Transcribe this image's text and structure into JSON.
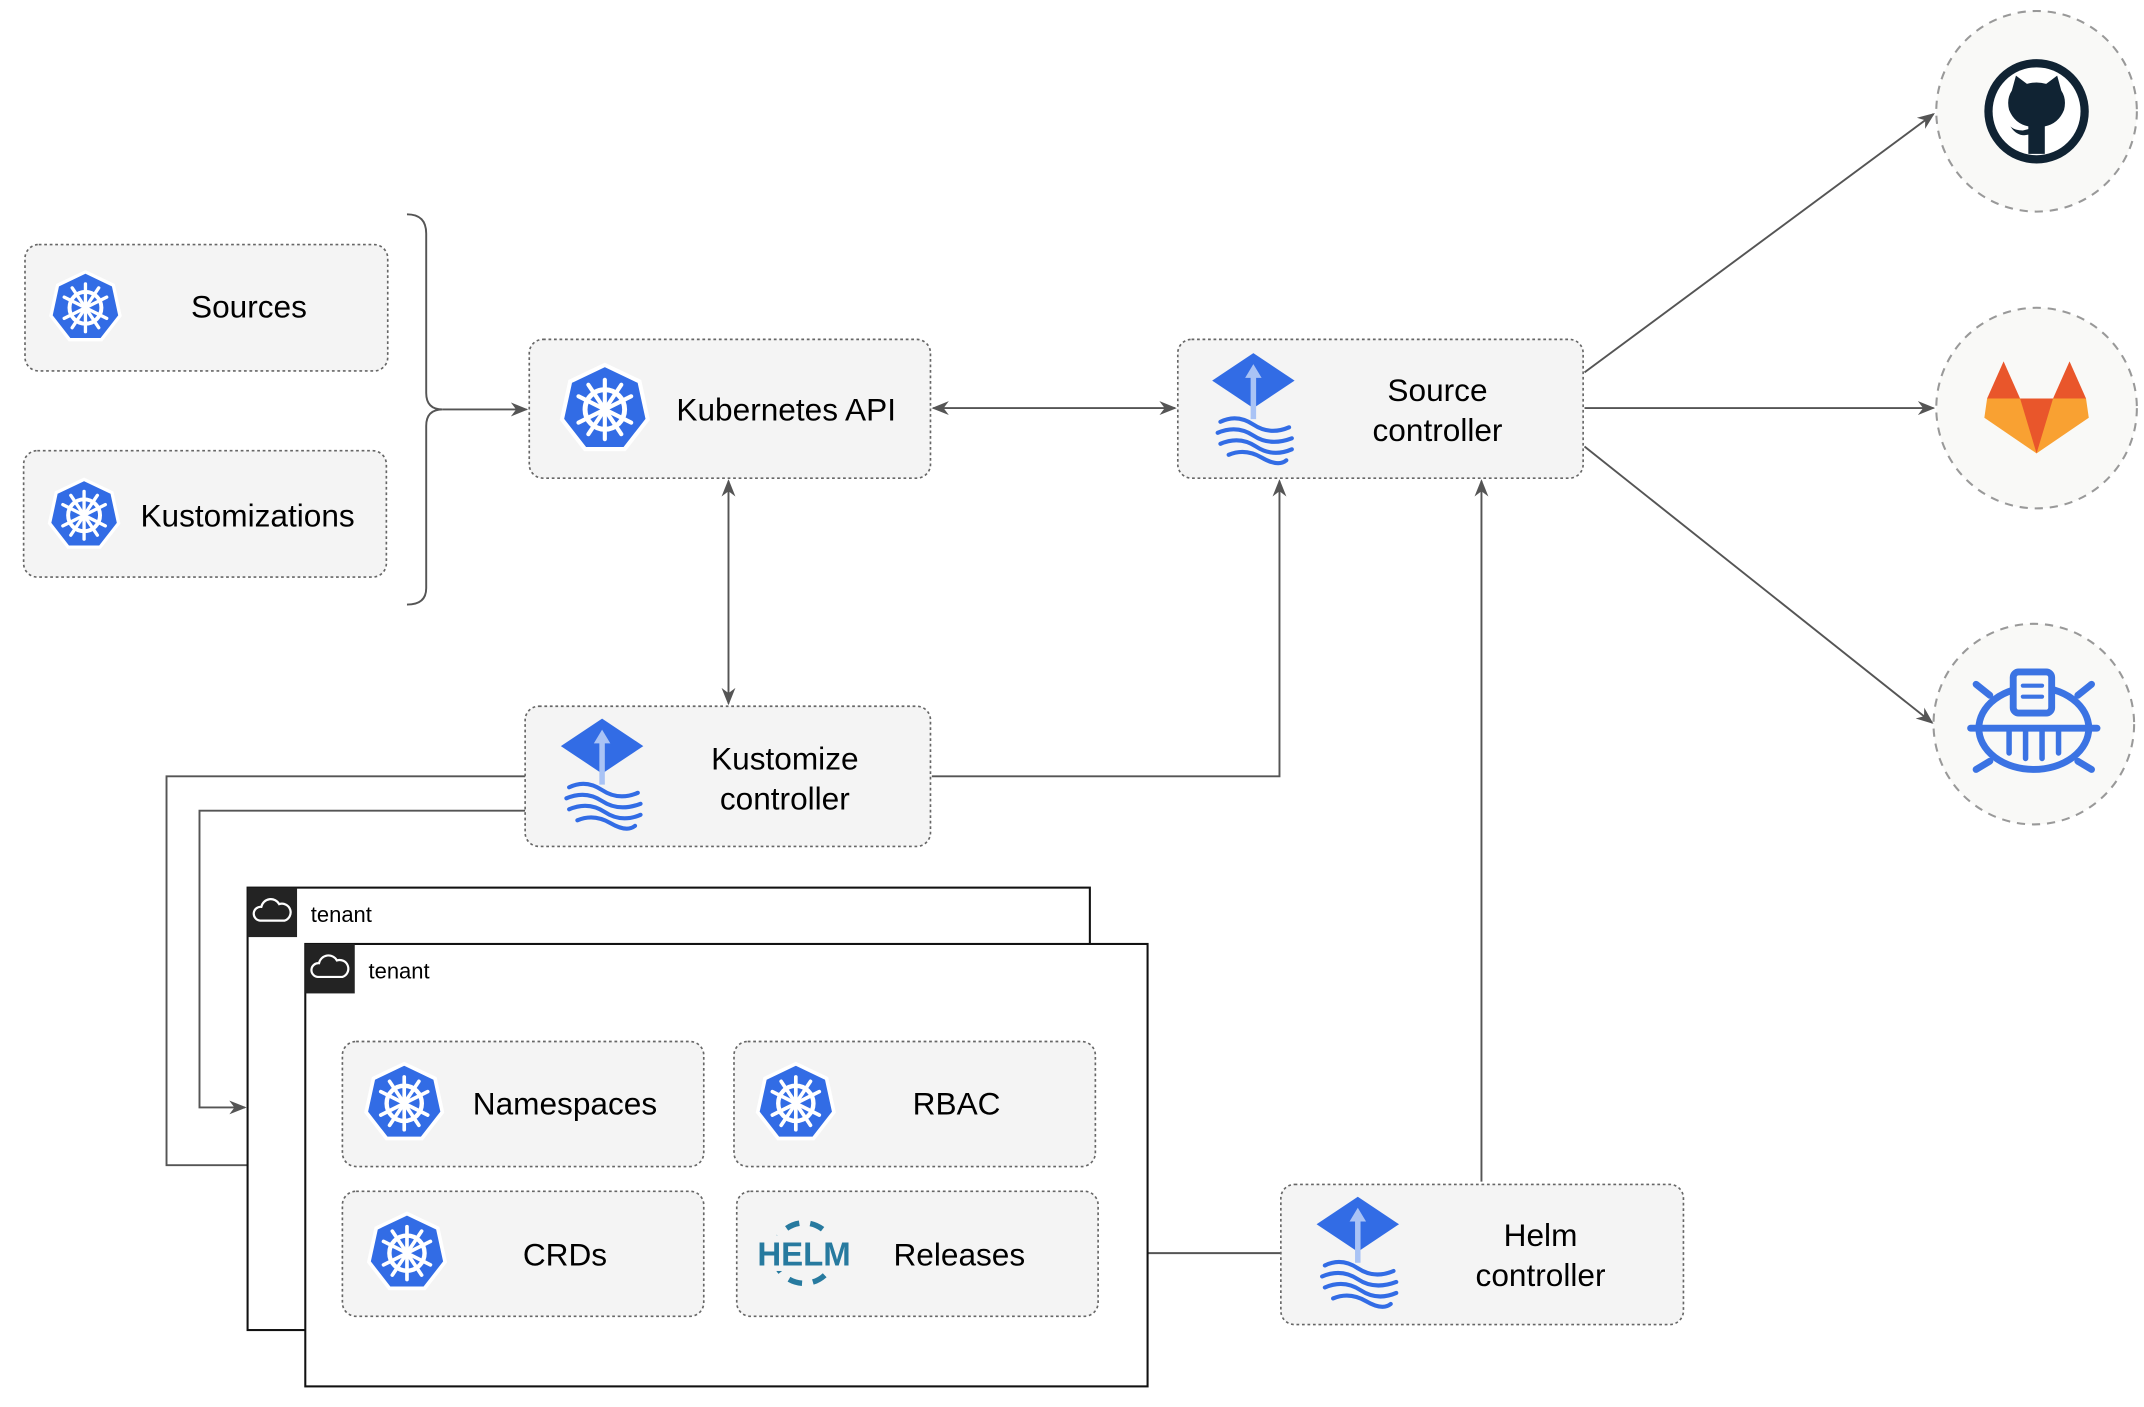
{
  "inputs": {
    "sources": "Sources",
    "kustomizations": "Kustomizations"
  },
  "kubernetes_api": {
    "label": "Kubernetes API"
  },
  "source_controller": {
    "line1": "Source",
    "line2": "controller"
  },
  "kustomize_controller": {
    "line1": "Kustomize",
    "line2": "controller"
  },
  "helm_controller": {
    "line1": "Helm",
    "line2": "controller"
  },
  "tenants": [
    {
      "label": "tenant"
    },
    {
      "label": "tenant"
    }
  ],
  "tenant_resources": {
    "namespaces": "Namespaces",
    "rbac": "RBAC",
    "crds": "CRDs",
    "releases": "Releases",
    "helm_logo_text": "HELM"
  },
  "external_sources": [
    {
      "icon": "github-icon"
    },
    {
      "icon": "gitlab-icon"
    },
    {
      "icon": "bucket-icon"
    }
  ],
  "colors": {
    "kubernetes_blue": "#326ce5",
    "helm_blue": "#277a9f",
    "github_dark": "#102333",
    "gitlab_orange": "#e9562b",
    "gitlab_light": "#f9a132"
  }
}
